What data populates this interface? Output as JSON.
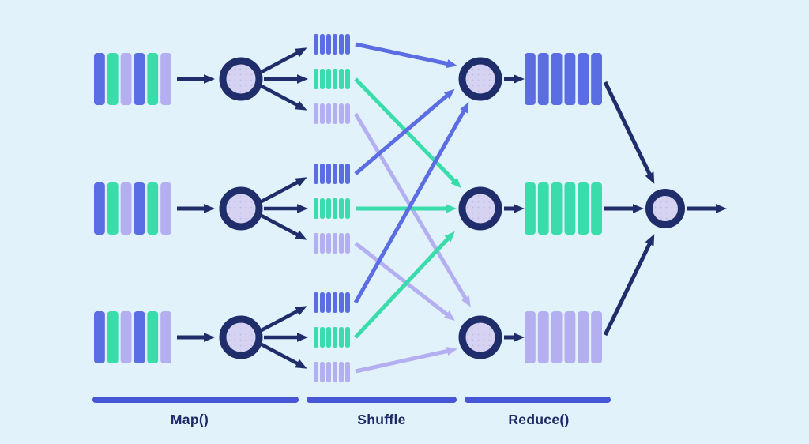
{
  "colors": {
    "background": "#e1f2fa",
    "navy": "#1f2d6b",
    "blue": "#5b6de2",
    "green": "#3adcab",
    "purple": "#b4aff0",
    "node_fill": "#d6d3f2",
    "node_dot": "#c1bce9",
    "label_bar": "#4656d5",
    "label_text": "#1e2a66"
  },
  "stage_labels": {
    "map": "Map()",
    "shuffle": "Shuffle",
    "reduce": "Reduce()"
  },
  "groups": {
    "inputs": [
      [
        "blue",
        "green",
        "purple",
        "blue",
        "green",
        "purple"
      ],
      [
        "blue",
        "green",
        "purple",
        "blue",
        "green",
        "purple"
      ],
      [
        "blue",
        "green",
        "purple",
        "blue",
        "green",
        "purple"
      ]
    ],
    "partitions": [
      [
        [
          "blue",
          "blue",
          "blue",
          "blue",
          "blue",
          "blue"
        ],
        [
          "green",
          "green",
          "green",
          "green",
          "green",
          "green"
        ],
        [
          "purple",
          "purple",
          "purple",
          "purple",
          "purple",
          "purple"
        ]
      ],
      [
        [
          "blue",
          "blue",
          "blue",
          "blue",
          "blue",
          "blue"
        ],
        [
          "green",
          "green",
          "green",
          "green",
          "green",
          "green"
        ],
        [
          "purple",
          "purple",
          "purple",
          "purple",
          "purple",
          "purple"
        ]
      ],
      [
        [
          "blue",
          "blue",
          "blue",
          "blue",
          "blue",
          "blue"
        ],
        [
          "green",
          "green",
          "green",
          "green",
          "green",
          "green"
        ],
        [
          "purple",
          "purple",
          "purple",
          "purple",
          "purple",
          "purple"
        ]
      ]
    ],
    "outputs": [
      [
        "blue",
        "blue",
        "blue",
        "blue",
        "blue",
        "blue"
      ],
      [
        "green",
        "green",
        "green",
        "green",
        "green",
        "green"
      ],
      [
        "purple",
        "purple",
        "purple",
        "purple",
        "purple",
        "purple"
      ]
    ]
  },
  "shuffle_routing": [
    {
      "from": "mapper-1",
      "key": "blue",
      "to": "reducer-1"
    },
    {
      "from": "mapper-1",
      "key": "green",
      "to": "reducer-2"
    },
    {
      "from": "mapper-1",
      "key": "purple",
      "to": "reducer-3"
    },
    {
      "from": "mapper-2",
      "key": "blue",
      "to": "reducer-1"
    },
    {
      "from": "mapper-2",
      "key": "green",
      "to": "reducer-2"
    },
    {
      "from": "mapper-2",
      "key": "purple",
      "to": "reducer-3"
    },
    {
      "from": "mapper-3",
      "key": "blue",
      "to": "reducer-1"
    },
    {
      "from": "mapper-3",
      "key": "green",
      "to": "reducer-2"
    },
    {
      "from": "mapper-3",
      "key": "purple",
      "to": "reducer-3"
    }
  ]
}
